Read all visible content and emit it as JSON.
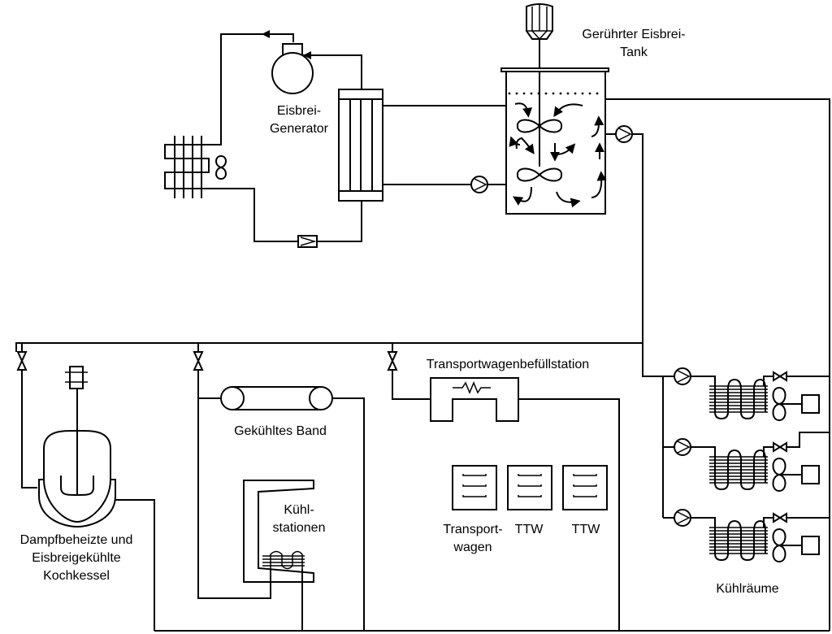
{
  "labels": {
    "generator": "Eisbrei-\nGenerator",
    "tank": "Gerührter Eisbrei-\nTank",
    "kettle": "Dampfbeheizte und\nEisbreigekühlte\nKochkessel",
    "belt": "Gekühltes Band",
    "cooling_stations": "Kühl-\nstationen",
    "filling_station": "Transportwagenbefüllstation",
    "cart_1": "Transport-\nwagen",
    "cart_2": "TTW",
    "cart_3": "TTW",
    "cold_rooms": "Kühlräume"
  },
  "components": {
    "compressor": "compressor-icon",
    "condenser": "air-cooled-condenser-icon",
    "expansion_valve": "expansion-valve-icon",
    "heat_exchanger": "shell-tube-heat-exchanger-icon",
    "tank_motor": "agitator-motor-icon",
    "pumps": [
      "pump-icon",
      "pump-icon",
      "pump-icon",
      "pump-icon",
      "pump-icon"
    ],
    "valves": [
      "valve-icon",
      "valve-icon",
      "valve-icon",
      "valve-icon",
      "valve-icon",
      "valve-icon"
    ],
    "cold_room_units": 3,
    "carts": 3
  }
}
